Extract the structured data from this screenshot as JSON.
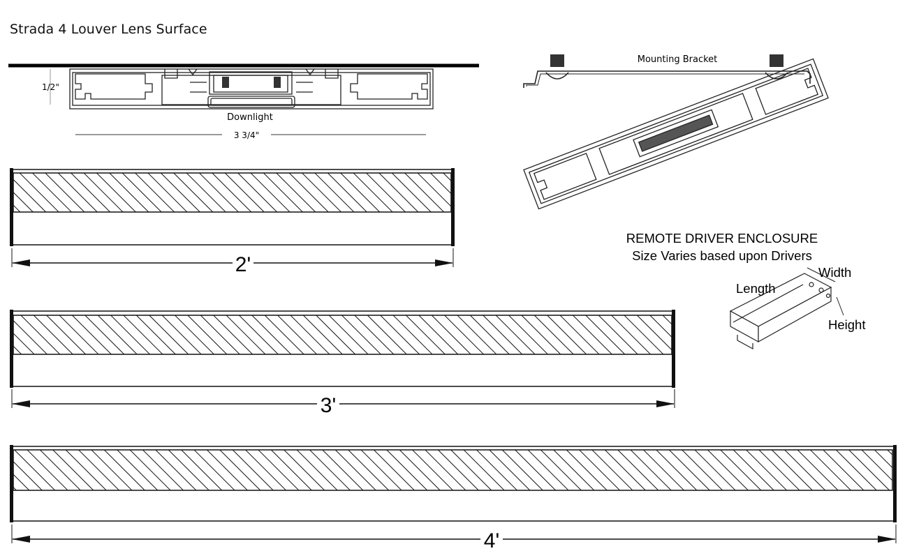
{
  "title": "Strada 4 Louver Lens Surface",
  "cross_section": {
    "height_label": "1/2\"",
    "width_label": "3 3/4\"",
    "downlight_label": "Downlight"
  },
  "bracket_view": {
    "label": "Mounting Bracket"
  },
  "fixtures": [
    {
      "length_label": "2'"
    },
    {
      "length_label": "3'"
    },
    {
      "length_label": "4'"
    }
  ],
  "driver": {
    "heading": "REMOTE DRIVER ENCLOSURE",
    "subheading": "Size Varies based upon Drivers",
    "length_label": "Length",
    "width_label": "Width",
    "height_label": "Height"
  }
}
